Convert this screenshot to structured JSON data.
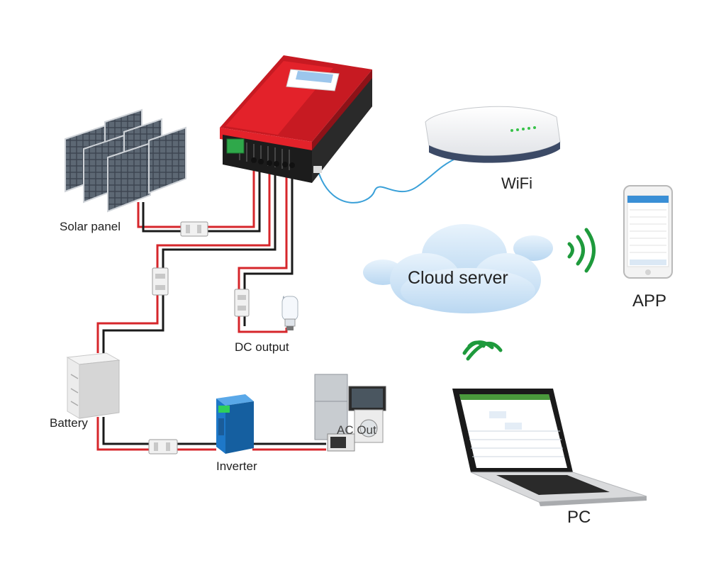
{
  "labels": {
    "solar_panel": "Solar panel",
    "dc_output": "DC output",
    "battery": "Battery",
    "inverter": "Inverter",
    "ac_out": "AC Out",
    "wifi": "WiFi",
    "cloud_server": "Cloud server",
    "app": "APP",
    "pc": "PC"
  },
  "colors": {
    "controller_red": "#e3222a",
    "controller_black": "#1c1c1c",
    "wire_red": "#d6262b",
    "wire_black": "#1a1a1a",
    "signal_green": "#1e9a3c",
    "cloud_blue": "#cfe4f6",
    "cable_blue": "#3aa0d8",
    "inverter_blue": "#1e78c8"
  },
  "icons": [
    "solar-panel-icon",
    "controller-icon",
    "router-icon",
    "cloud-icon",
    "phone-icon",
    "laptop-icon",
    "battery-icon",
    "inverter-icon",
    "appliances-icon",
    "bulb-icon",
    "breaker-icon",
    "wifi-signal-icon"
  ]
}
